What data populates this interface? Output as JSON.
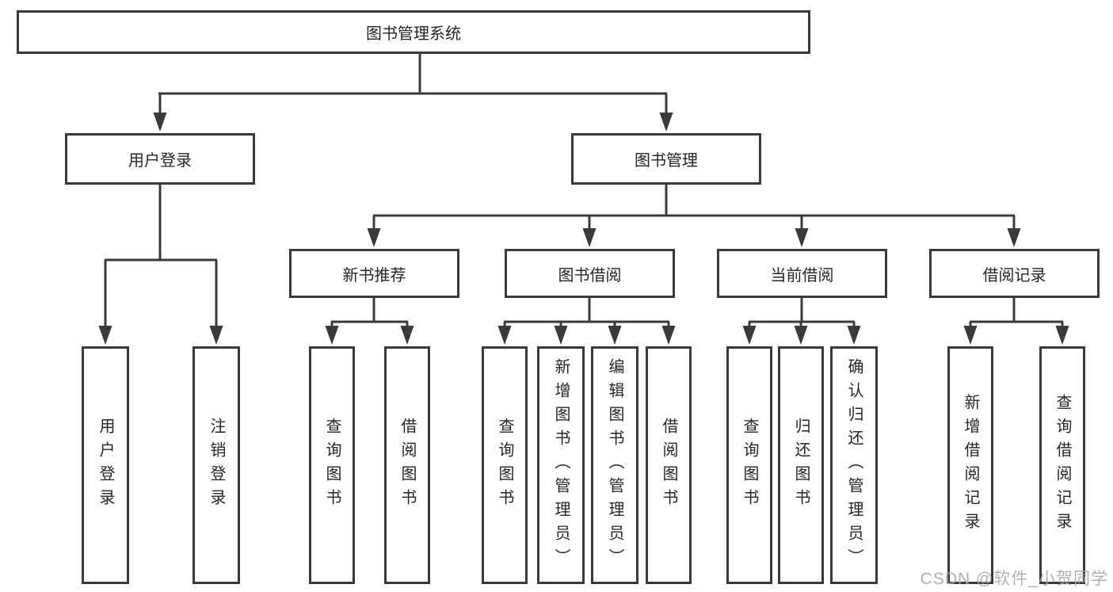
{
  "diagram": {
    "root": {
      "label": "图书管理系统"
    },
    "branches": [
      {
        "label": "用户登录",
        "children": [
          {
            "label": "用户登录"
          },
          {
            "label": "注销登录"
          }
        ]
      },
      {
        "label": "图书管理",
        "children": [
          {
            "label": "新书推荐",
            "children": [
              {
                "label": "查询图书"
              },
              {
                "label": "借阅图书"
              }
            ]
          },
          {
            "label": "图书借阅",
            "children": [
              {
                "label": "查询图书"
              },
              {
                "label": "新增图书（管理员）"
              },
              {
                "label": "编辑图书（管理员）"
              },
              {
                "label": "借阅图书"
              }
            ]
          },
          {
            "label": "当前借阅",
            "children": [
              {
                "label": "查询图书"
              },
              {
                "label": "归还图书"
              },
              {
                "label": "确认归还（管理员）"
              }
            ]
          },
          {
            "label": "借阅记录",
            "children": [
              {
                "label": "新增借阅记录"
              },
              {
                "label": "查询借阅记录"
              }
            ]
          }
        ]
      }
    ]
  },
  "watermark": "CSDN @软件_小贺同学"
}
